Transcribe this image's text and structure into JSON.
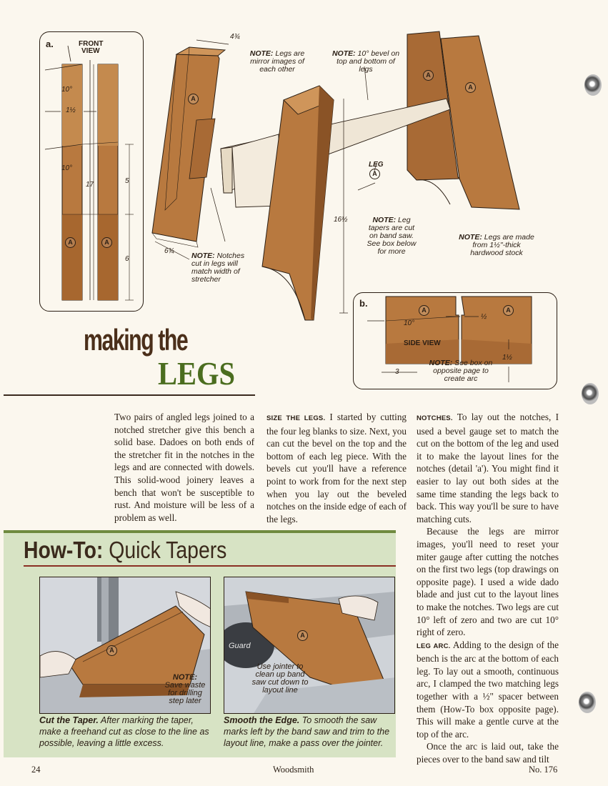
{
  "diagram": {
    "detail_a": {
      "label": "a.",
      "title_line1": "FRONT",
      "title_line2": "VIEW",
      "angle_top": "10°",
      "thickness": "1½",
      "angle_mid": "10°",
      "length": "17",
      "dim_upper": "5",
      "dim_lower": "6",
      "part_left": "A",
      "part_right": "A"
    },
    "main": {
      "dim_top_width": "4¾",
      "dim_bottom_width": "6¾",
      "dim_height": "16½",
      "note_mirror_bold": "NOTE:",
      "note_mirror_text": "Legs are mirror images of each other",
      "note_bevel_bold": "NOTE:",
      "note_bevel_text": "10° bevel on top and bottom of legs",
      "note_notches_bold": "NOTE:",
      "note_notches_text": "Notches cut in legs will match width of stretcher",
      "note_tapers_bold": "NOTE:",
      "note_tapers_text": "Leg tapers are cut on band saw. See box below for more",
      "note_stock_bold": "NOTE:",
      "note_stock_text": "Legs are made from 1½\"-thick hardwood stock",
      "leg_label": "LEG",
      "part": "A"
    },
    "detail_b": {
      "label": "b.",
      "angle": "10°",
      "notch": "½",
      "side_view": "SIDE VIEW",
      "rise": "1½",
      "width": "3",
      "note_bold": "NOTE:",
      "note_text": "See box on opposite page to create arc",
      "part": "A"
    }
  },
  "title": {
    "line1": "making the",
    "line2": "LEGS"
  },
  "article": {
    "intro": "Two pairs of angled legs joined to a notched stretcher give this bench a solid base. Dadoes on both ends of the stretcher fit in the notches in the legs and are connected with dowels. This solid-wood joinery leaves a bench that won't be susceptible to rust. And moisture will be less of a problem as well.",
    "size_head": "SIZE THE LEGS.",
    "size_text": " I started by cutting the four leg blanks to size. Next, you can cut the bevel on the top and the bottom of each leg piece. With the bevels cut you'll have a reference point to work from for the next step when you lay out the beveled notches on the inside edge of each of the legs.",
    "notch_head": "NOTCHES.",
    "notch_text": " To lay out the notches, I used a bevel gauge set to match the cut on the bottom of the leg and used it to make the layout lines for the notches (detail 'a'). You might find it easier to lay out both sides at the same time standing the legs back to back. This way you'll be sure to have matching cuts.",
    "mirror_text": "Because the legs are mirror images, you'll need to reset your miter gauge after cutting the notches on the first two legs (top drawings on opposite page). I used a wide dado blade and just cut to the layout lines to make the notches. Two legs are cut 10° left of zero and two are cut 10° right of zero.",
    "arc_head": "LEG ARC.",
    "arc_text": " Adding to the design of the bench is the arc at the bottom of each leg. To lay out a smooth, continuous arc, I clamped the two matching legs together with a ½\" spacer between them (How-To box opposite page). This will make a gentle curve at the top of the arc.",
    "arc_text2": "Once the arc is laid out, take the pieces over to the band saw and tilt"
  },
  "howto": {
    "bold": "How-To:",
    "thin": " Quick Tapers",
    "photo1": {
      "note_bold": "NOTE:",
      "note_text": "Save waste for drilling step later",
      "part": "A",
      "cap_bold": "Cut the Taper.",
      "cap_text": " After marking the taper, make a freehand cut as close to the line as possible, leaving a little excess."
    },
    "photo2": {
      "guard": "Guard",
      "callout": "Use jointer to clean up band saw cut down to layout line",
      "part": "A",
      "cap_bold": "Smooth the Edge.",
      "cap_text": " To smooth the saw marks left by the band saw and trim to the layout line, make a pass over the jointer."
    }
  },
  "footer": {
    "page": "24",
    "magazine": "Woodsmith",
    "issue": "No. 176"
  },
  "colors": {
    "wood": "#b8793f",
    "wood_dark": "#8a5326",
    "title_green": "#4b6d1f",
    "howto_bg": "#d7e3c4",
    "rule_red": "#8a2f24"
  }
}
